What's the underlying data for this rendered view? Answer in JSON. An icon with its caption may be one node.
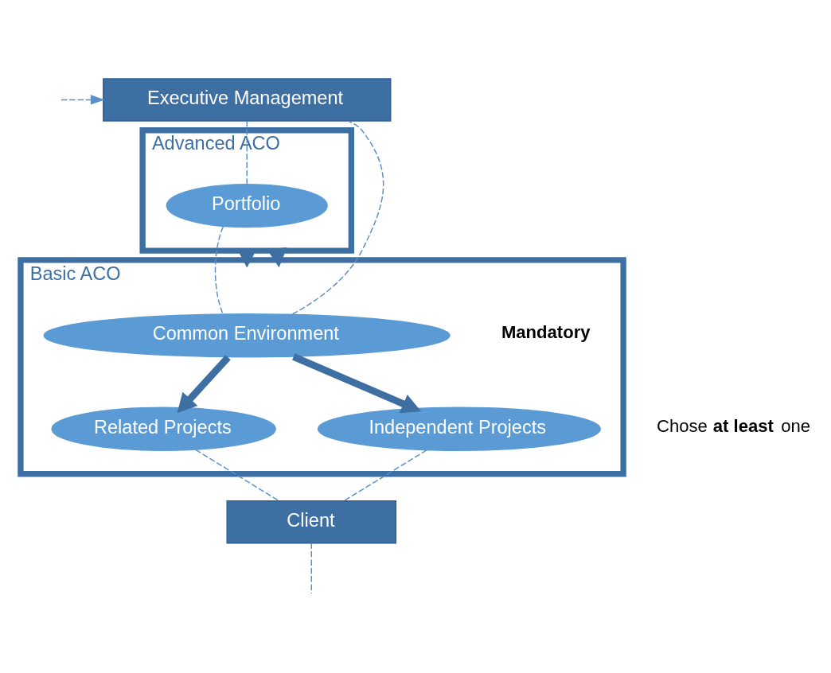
{
  "diagram": {
    "nodes": [
      {
        "text": [
          "Executive Management"
        ]
      },
      {
        "text": [
          "Advanced ACO"
        ]
      },
      {
        "text": [
          "Portfolio"
        ],
        "in": 1
      },
      {
        "text": [
          "Basic ACO"
        ]
      },
      {
        "text": [
          "Common Environment"
        ],
        "in": 3,
        "beside": [
          "**Mandatory**"
        ]
      },
      {
        "text": [
          "Related Projects"
        ],
        "in": 3
      },
      {
        "text": [
          "Independent Projects"
        ],
        "in": 3
      },
      {
        "text": [
          "Client"
        ]
      }
    ],
    "edges": [
      {
        "from": 0,
        "to": 2,
        "arrow": "none",
        "style": "dashed"
      },
      {
        "from": 2,
        "to": 4,
        "arrow": "none",
        "style": "dashed"
      },
      {
        "from": 4,
        "to": 0,
        "arrow": "none",
        "style": "dashed"
      },
      {
        "from": null,
        "to": 0,
        "arrow": "to",
        "style": "dashed"
      },
      {
        "from": 1,
        "to": 3,
        "arrow": "to",
        "style": "thick"
      },
      {
        "from": 1,
        "to": 3,
        "arrow": "to",
        "style": "thick"
      },
      {
        "from": 4,
        "to": 5,
        "arrow": "to",
        "style": "thick"
      },
      {
        "from": 4,
        "to": 6,
        "arrow": "to",
        "style": "thick"
      },
      {
        "from": 5,
        "to": 7,
        "arrow": "none",
        "style": "dashed"
      },
      {
        "from": 6,
        "to": 7,
        "arrow": "none",
        "style": "dashed"
      },
      {
        "from": 7,
        "to": null,
        "arrow": "none",
        "style": "dashed"
      }
    ],
    "labels": [
      "Chose **at least** one"
    ]
  }
}
